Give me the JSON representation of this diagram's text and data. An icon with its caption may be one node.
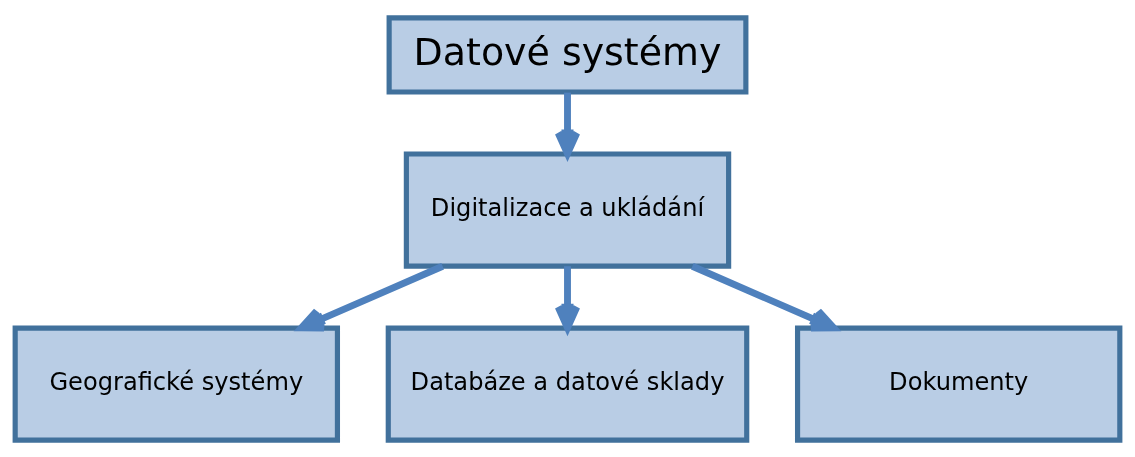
{
  "diagram": {
    "nodes": [
      {
        "text": [
          "Datové systémy"
        ]
      },
      {
        "text": [
          "Digitalizace a ukládání"
        ]
      },
      {
        "text": [
          "Geografické systémy"
        ]
      },
      {
        "text": [
          "Databáze a datové sklady"
        ]
      },
      {
        "text": [
          "Dokumenty"
        ]
      }
    ],
    "edges": [
      {
        "from": 0,
        "to": 1,
        "arrow": "to"
      },
      {
        "from": 1,
        "to": 2,
        "arrow": "to"
      },
      {
        "from": 1,
        "to": 3,
        "arrow": "to"
      },
      {
        "from": 1,
        "to": 4,
        "arrow": "to"
      }
    ]
  }
}
